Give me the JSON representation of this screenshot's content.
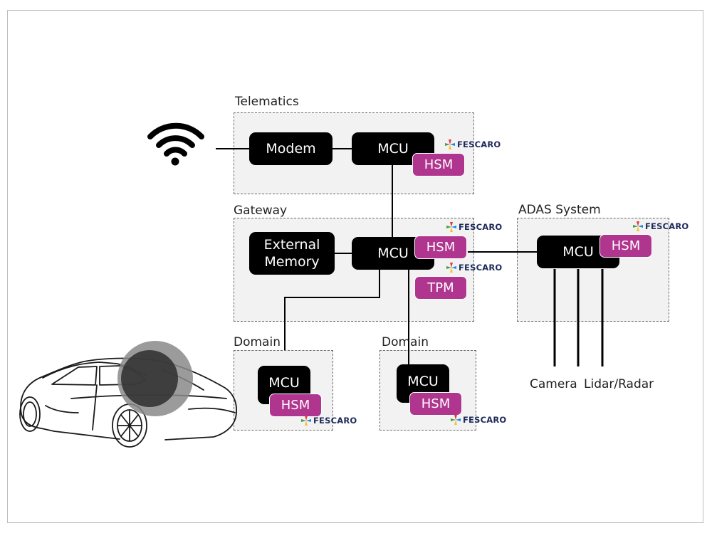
{
  "groups": {
    "telematics": "Telematics",
    "gateway": "Gateway",
    "adas": "ADAS System",
    "domain_left": "Domain",
    "domain_right": "Domain"
  },
  "blocks": {
    "modem": "Modem",
    "telematics_mcu": "MCU",
    "external_memory": "External\nMemory",
    "gateway_mcu": "MCU",
    "adas_mcu": "MCU",
    "domain_left_mcu": "MCU",
    "domain_right_mcu": "MCU"
  },
  "chips": {
    "hsm": "HSM",
    "tpm": "TPM"
  },
  "brand": {
    "name": "FESCARO",
    "colors": [
      "#e53935",
      "#1e88e5",
      "#fbc02d",
      "#43a047"
    ]
  },
  "sensors": {
    "camera": "Camera",
    "lidar_radar": "Lidar/Radar"
  },
  "colors": {
    "block": "#000000",
    "chip": "#b0358f",
    "group_fill": "#f2f2f2",
    "group_border": "#6b6b6b"
  },
  "icons": {
    "wifi": "wifi-icon",
    "car": "car-illustration"
  }
}
